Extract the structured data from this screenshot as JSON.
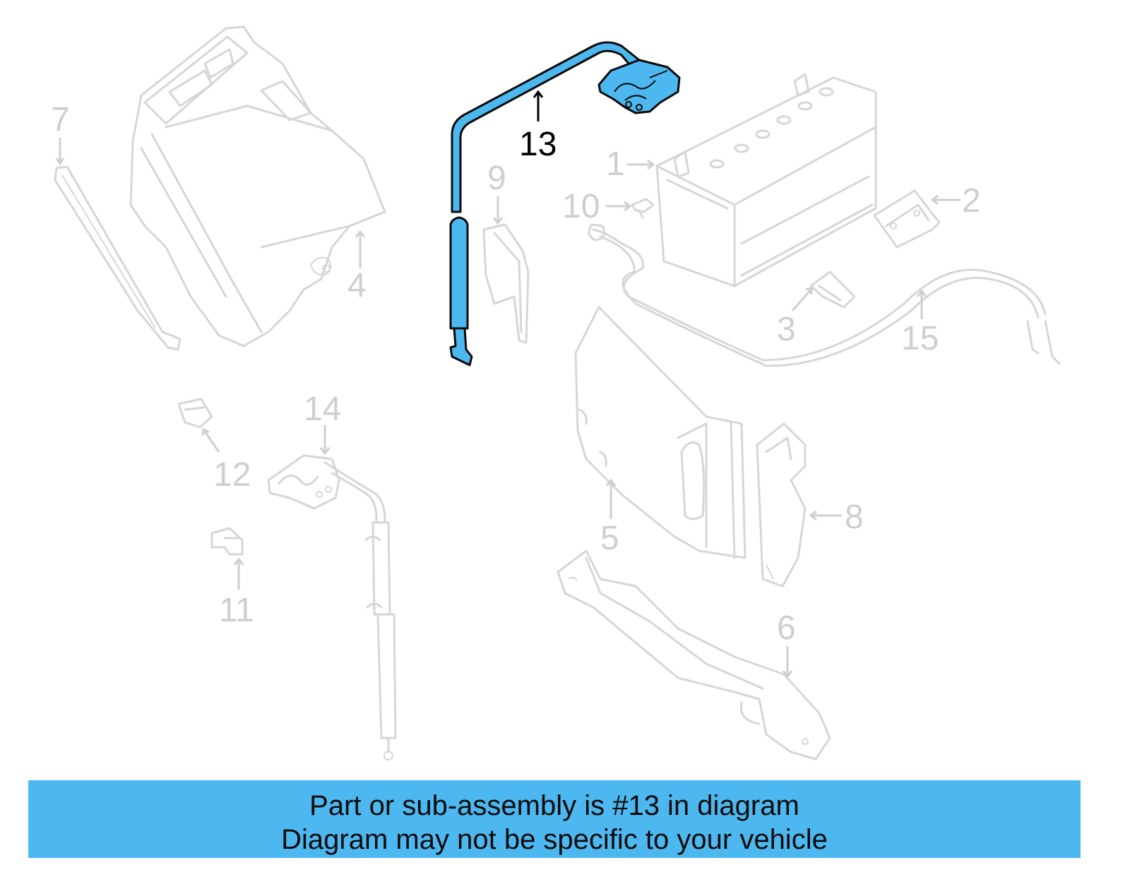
{
  "callouts": {
    "c1": "1",
    "c2": "2",
    "c3": "3",
    "c4": "4",
    "c5": "5",
    "c6": "6",
    "c7": "7",
    "c8": "8",
    "c9": "9",
    "c10": "10",
    "c11": "11",
    "c12": "12",
    "c13": "13",
    "c14": "14",
    "c15": "15"
  },
  "highlighted_part": "13",
  "banner": {
    "line1": "Part or sub-assembly is #13 in diagram",
    "line2": "Diagram may not be specific to your vehicle"
  },
  "colors": {
    "highlight": "#4db8f0",
    "ghost": "#d6d6d6",
    "banner": "#4db8f0"
  }
}
